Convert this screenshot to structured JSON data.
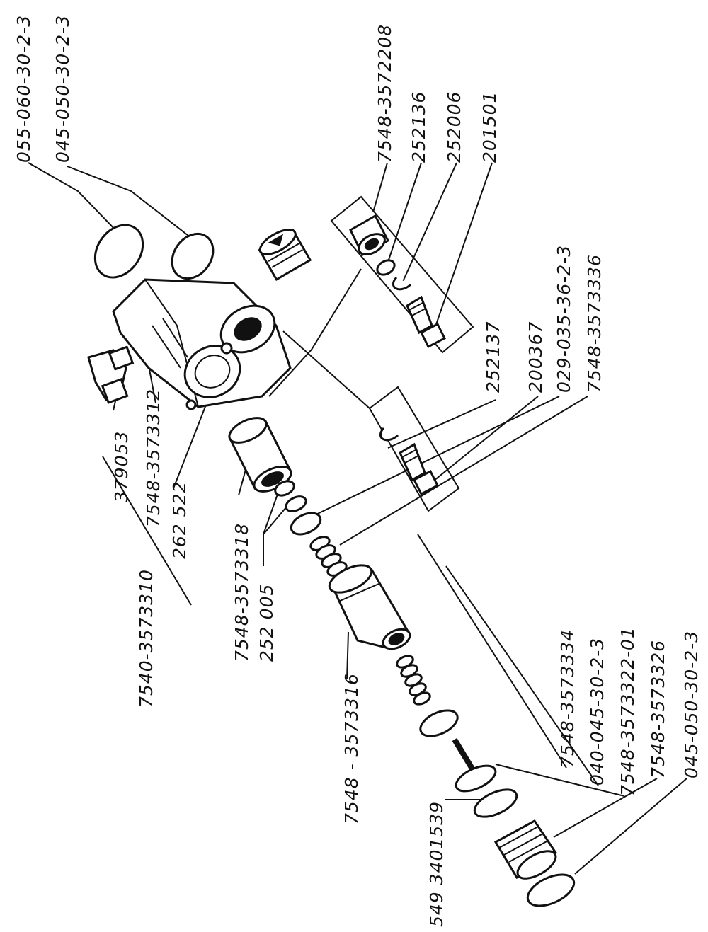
{
  "diagram": {
    "labels": {
      "ring_055_060": "055-060-30-2-3",
      "ring_045_050_top": "045-050-30-2-3",
      "top_7548_3572208": "7548-3572208",
      "top_252136": "252136",
      "top_252006": "252006",
      "top_201501": "201501",
      "mid_252137": "252137",
      "mid_200367": "200367",
      "mid_029_035": "029-035-36-2-3",
      "mid_7548_3573336": "7548-3573336",
      "left_379053": "379053",
      "left_7548_3573312": "7548-3573312",
      "left_262522": "262 522",
      "left_7540_3573310": "7540-3573310",
      "mid_7548_3573318": "7548-3573318",
      "mid_252005": "252 005",
      "main_7548_3573316": "7548 - 3573316",
      "bot_7548_3573334": "7548-3573334",
      "bot_040_045": "040-045-30-2-3",
      "bot_7548_3573322_01": "7548-3573322-01",
      "bot_7548_3573326": "7548-3573326",
      "bot_045_050": "045-050-30-2-3",
      "bot_549_3401539": "549 3401539"
    }
  }
}
